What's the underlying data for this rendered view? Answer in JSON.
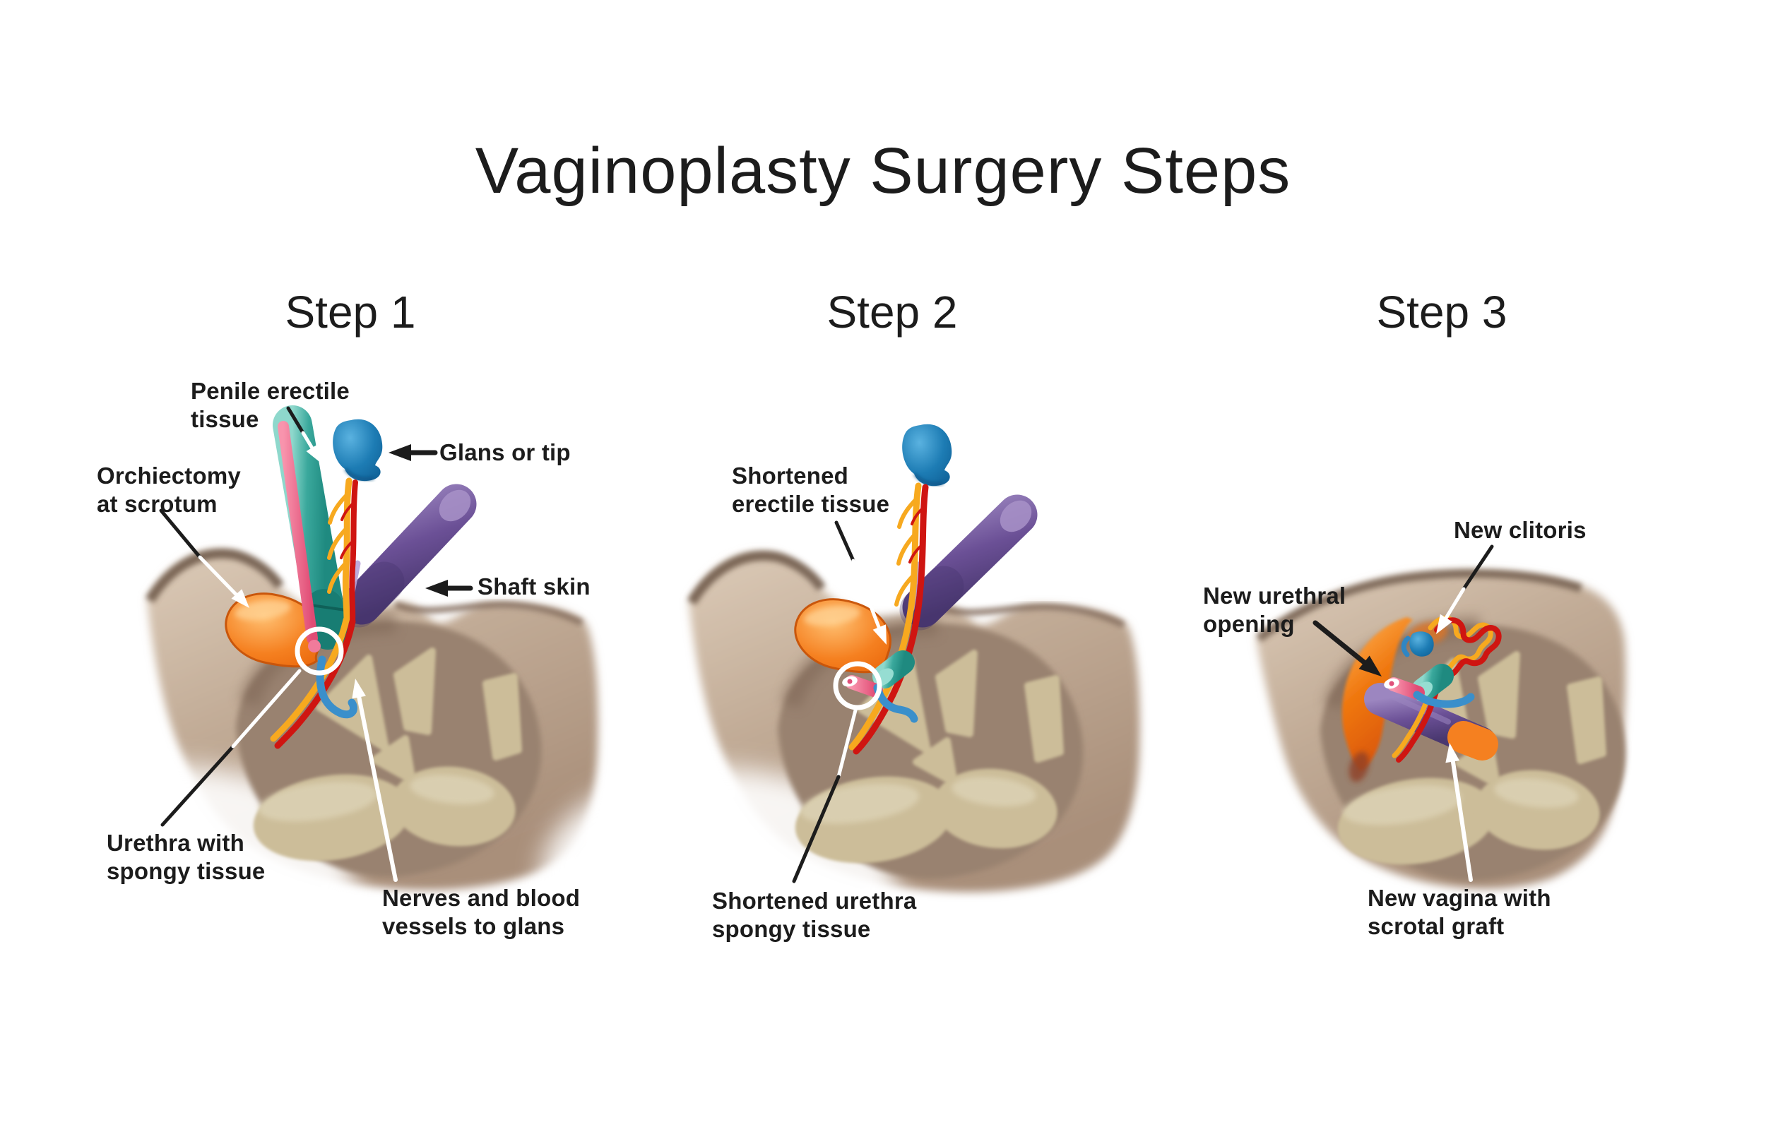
{
  "title": "Vaginoplasty Surgery Steps",
  "figure_type": "medical-illustration",
  "steps": [
    {
      "label": "Step 1",
      "annotations": {
        "penile_erectile_tissue": "Penile erectile\ntissue",
        "glans_or_tip": "Glans or tip",
        "orchiectomy_at_scrotum": "Orchiectomy\nat scrotum",
        "shaft_skin": "Shaft skin",
        "urethra_with_spongy_tissue": "Urethra with\nspongy tissue",
        "nerves_and_blood_vessels_to_glans": "Nerves and blood\nvessels to glans"
      }
    },
    {
      "label": "Step 2",
      "annotations": {
        "shortened_erectile_tissue": "Shortened\nerectile tissue",
        "shortened_urethra_spongy_tissue": "Shortened urethra\nspongy tissue"
      }
    },
    {
      "label": "Step 3",
      "annotations": {
        "new_clitoris": "New clitoris",
        "new_urethral_opening": "New urethral\nopening",
        "new_vagina_with_scrotal_graft": "New vagina with\nscrotal graft"
      }
    }
  ],
  "colors": {
    "background": "#ffffff",
    "text": "#1c1c1c",
    "erectile_tissue_teal": "#3aa89c",
    "erectile_tissue_pink": "#e8537b",
    "glans_blue": "#1d7cb4",
    "shaft_skin_purple": "#6b5096",
    "scrotum_orange": "#f58020",
    "nerve_yellow": "#f7a91f",
    "vessel_red": "#cf1511",
    "vessel_blue": "#3a8fcb",
    "skin_tan": "#c2ac97",
    "skin_ridge_brown": "#6b5444",
    "pelvic_cavity_brown": "#998270",
    "bone_beige": "#ccbd99"
  }
}
